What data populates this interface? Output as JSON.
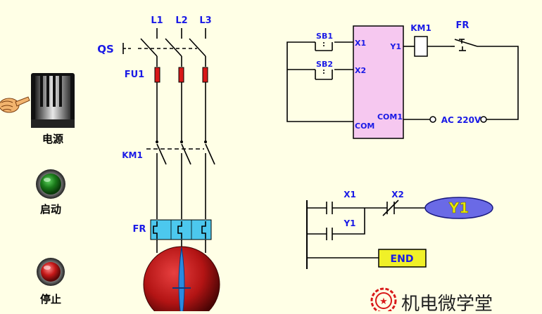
{
  "panel": {
    "power_label": "电源",
    "start_label": "启动",
    "stop_label": "停止"
  },
  "main_circuit": {
    "phases": [
      "L1",
      "L2",
      "L3"
    ],
    "switch_label": "QS",
    "fuse_label": "FU1",
    "contactor_label": "KM1",
    "overload_label": "FR"
  },
  "plc_wiring": {
    "sb1_label": "SB1",
    "sb2_label": "SB2",
    "x1_label": "X1",
    "x2_label": "X2",
    "com_label": "COM",
    "y1_label": "Y1",
    "com1_label": "COM1",
    "coil_label": "KM1",
    "fr_label": "FR",
    "supply_label": "AC 220V"
  },
  "ladder": {
    "x1_label": "X1",
    "x2_label": "X2",
    "y1_contact_label": "Y1",
    "output_label": "Y1",
    "end_label": "END"
  },
  "watermark": {
    "text": "机电微学堂"
  },
  "colors": {
    "background": "#ffffe6",
    "label_blue": "#1a1ae6",
    "plc_box": "#f6c8f0",
    "fuse_red": "#d81818",
    "fr_cyan": "#4cc8ee",
    "motor_red": "#b31414",
    "output_blue": "#6a6ae6",
    "output_text": "#e8e800",
    "end_box": "#f0f028",
    "lamp_green": "#1a7a1a",
    "lamp_red": "#c41818"
  }
}
